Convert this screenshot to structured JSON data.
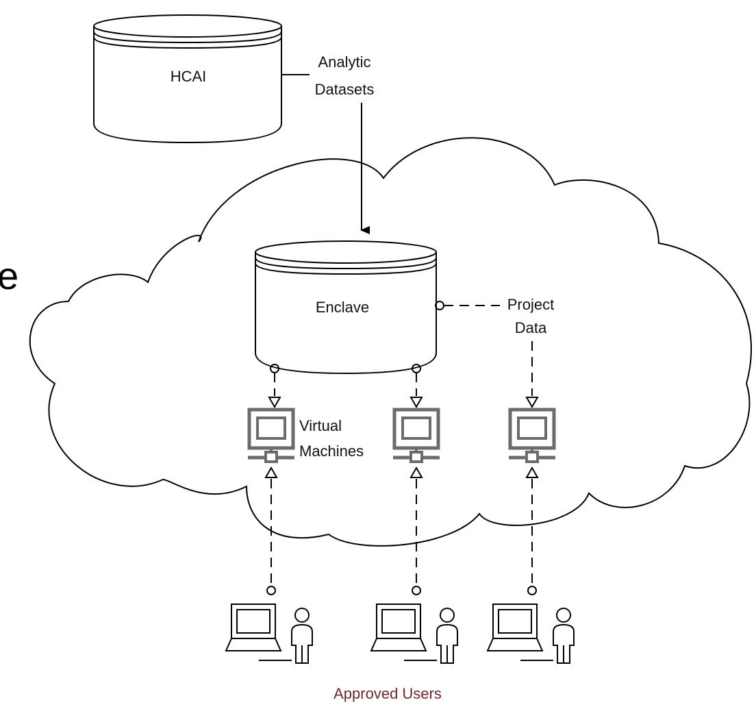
{
  "labels": {
    "hcai": "HCAI",
    "analytic_line1": "Analytic",
    "analytic_line2": "Datasets",
    "enclave": "Enclave",
    "project_line1": "Project",
    "project_line2": "Data",
    "vm_line1": "Virtual",
    "vm_line2": "Machines",
    "approved_users": "Approved Users",
    "edge_fragment": "e"
  },
  "colors": {
    "stroke": "#000000",
    "vm_gray": "#6b6b6b",
    "footer": "#6b2a2a"
  },
  "icons": {
    "database": "database-icon",
    "cloud": "cloud-icon",
    "virtual_machine": "virtual-machine-icon",
    "laptop": "laptop-icon",
    "user": "user-icon"
  }
}
